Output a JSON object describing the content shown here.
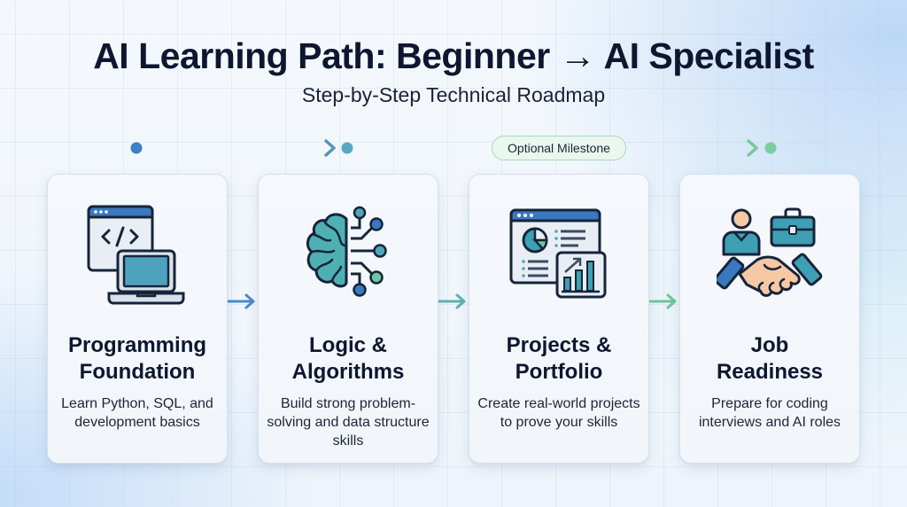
{
  "header": {
    "title": "AI Learning Path: Beginner → AI Specialist",
    "subtitle": "Step-by-Step Technical Roadmap"
  },
  "timeline": {
    "milestone_label": "Optional Milestone",
    "colors": {
      "start": "#3f7fc4",
      "middle": "#4f9fb3",
      "end": "#74c998"
    }
  },
  "steps": [
    {
      "title_line1": "Programming",
      "title_line2": "Foundation",
      "description": "Learn Python, SQL, and development basics",
      "icon": "code-window-laptop-icon"
    },
    {
      "title_line1": "Logic &",
      "title_line2": "Algorithms",
      "description": "Build strong problem-solving and data structure skills",
      "icon": "brain-circuit-icon"
    },
    {
      "title_line1": "Projects &",
      "title_line2": "Portfolio",
      "description": "Create real-world projects to prove your skills",
      "icon": "dashboard-chart-icon"
    },
    {
      "title_line1": "Job",
      "title_line2": "Readiness",
      "description": "Prepare for coding interviews and AI roles",
      "icon": "handshake-briefcase-icon"
    }
  ],
  "connector_colors": [
    "#4a8bc8",
    "#5fb0b0",
    "#6cc596"
  ],
  "palette": {
    "outline": "#16243a",
    "blue": "#3a78c0",
    "teal": "#3f9fb4",
    "mint": "#6cc7a2",
    "skin": "#f6c8a4",
    "window_bg": "#e8edf4"
  }
}
